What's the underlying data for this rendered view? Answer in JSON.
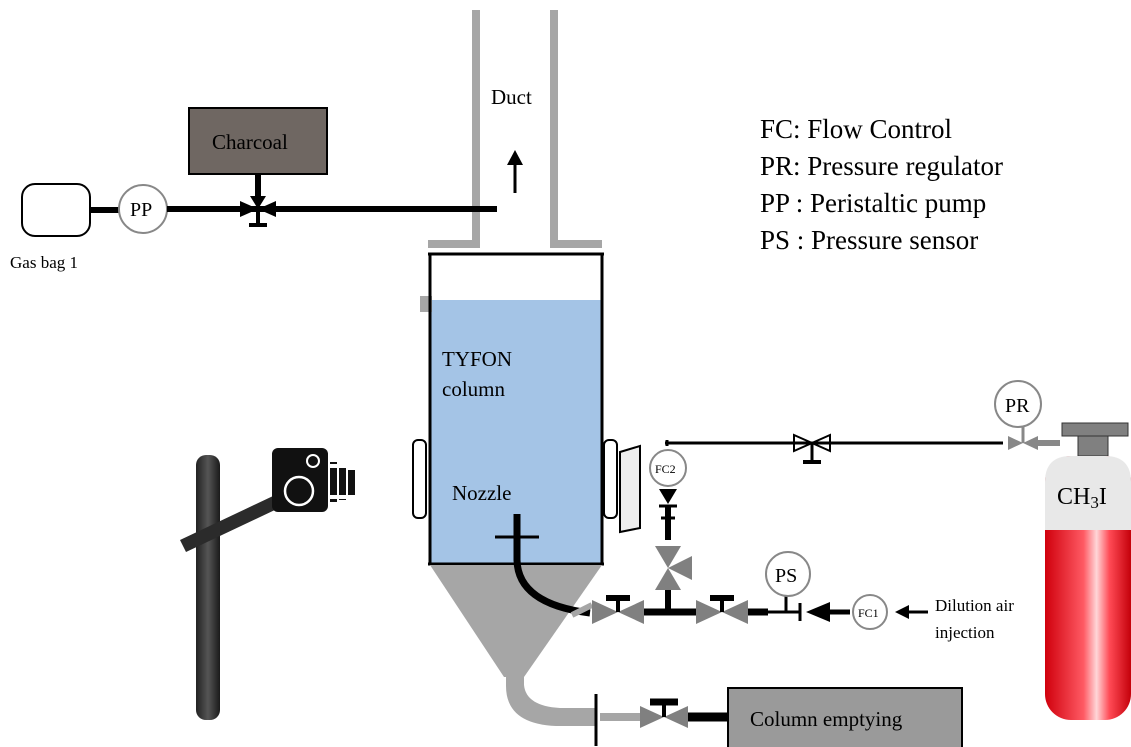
{
  "labels": {
    "duct": "Duct",
    "charcoal": "Charcoal",
    "gas_bag": "Gas bag 1",
    "pp": "PP",
    "tyfon_line1": "TYFON",
    "tyfon_line2": "column",
    "nozzle": "Nozzle",
    "pr": "PR",
    "fc2": "FC2",
    "ps": "PS",
    "fc1": "FC1",
    "dilution_line1": "Dilution air",
    "dilution_line2": "injection",
    "column_emptying": "Column emptying",
    "ch3i_main": "CH",
    "ch3i_sub": "3",
    "ch3i_end": "I"
  },
  "legend": [
    "FC: Flow Control",
    "PR: Pressure regulator",
    "PP : Peristaltic pump",
    "PS : Pressure sensor"
  ],
  "colors": {
    "liquid": "#a4c4e6",
    "hopper": "#a6a6a6",
    "wall": "#a6a6a6",
    "charcoal_box": "#6f6762",
    "emptying_box": "#9a9a9a",
    "cylinder_red": "#e8000f"
  },
  "icons": [
    "camera-icon",
    "valve-icon",
    "check-valve-icon",
    "three-way-valve-icon"
  ]
}
